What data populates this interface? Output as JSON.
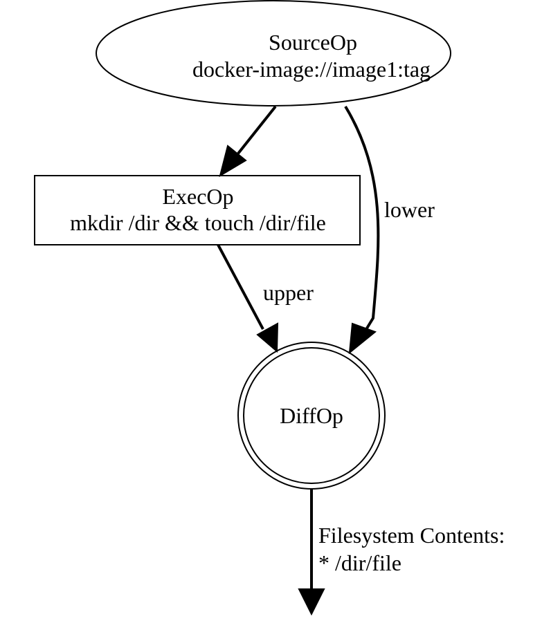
{
  "nodes": {
    "source": {
      "title": "SourceOp",
      "detail": "docker-image://image1:tag"
    },
    "exec": {
      "title": "ExecOp",
      "detail": "mkdir /dir && touch /dir/file"
    },
    "diff": {
      "title": "DiffOp"
    }
  },
  "edges": {
    "upper": {
      "label": "upper"
    },
    "lower": {
      "label": "lower"
    },
    "output": {
      "label_line1": "Filesystem Contents:",
      "label_line2": "* /dir/file"
    }
  }
}
